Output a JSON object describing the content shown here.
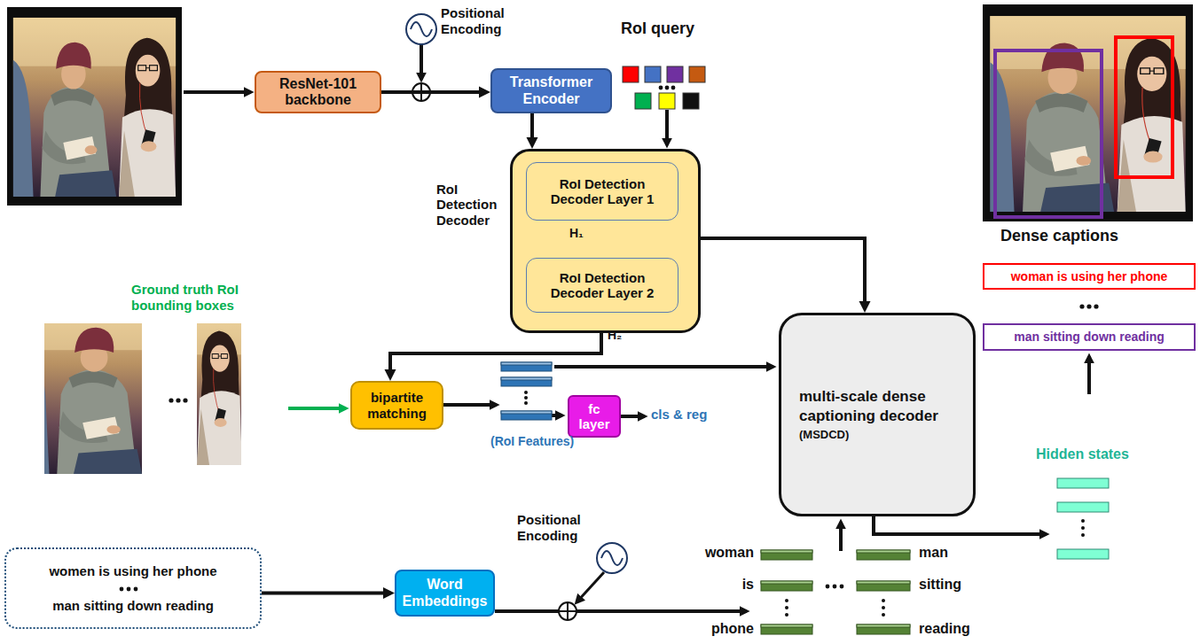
{
  "diagram": {
    "nodes": [
      {
        "text": [
          "ResNet-101 backbone"
        ]
      },
      {
        "text": [
          "Transformer Encoder"
        ]
      },
      {
        "text": [
          "RoI Detection Decoder"
        ]
      },
      {
        "text": [
          "RoI Detection Decoder Layer 1"
        ],
        "in": 2
      },
      {
        "text": [
          "RoI Detection Decoder Layer 2"
        ],
        "in": 2
      },
      {
        "text": [
          "bipartite matching"
        ]
      },
      {
        "text": [
          "fc layer"
        ]
      },
      {
        "text": [
          "multi-scale dense captioning decoder",
          "(MSDCD)"
        ]
      },
      {
        "text": [
          "woman is using her phone"
        ]
      },
      {
        "text": [
          "man sitting down reading"
        ]
      },
      {
        "text": [
          "women is using her phone",
          "man sitting down reading"
        ]
      },
      {
        "text": [
          "Word Embeddings"
        ]
      }
    ],
    "edges": [
      {
        "from": 0,
        "to": 1,
        "arrow": "to"
      },
      {
        "from": 1,
        "to": 2,
        "arrow": "to"
      },
      {
        "from": 3,
        "to": 4,
        "arrow": "to"
      },
      {
        "from": 3,
        "to": 7,
        "arrow": "to"
      },
      {
        "from": 4,
        "to": 5,
        "arrow": "to"
      },
      {
        "from": 10,
        "to": 11,
        "arrow": "to"
      }
    ],
    "labels": [
      "Positional Encoding",
      "RoI query",
      "H₁",
      "H₂",
      "Ground truth RoI bounding boxes",
      "(RoI Features)",
      "cls & reg",
      "Dense captions",
      "Hidden states",
      "Positional Encoding",
      "woman",
      "is",
      "phone",
      "man",
      "sitting",
      "reading"
    ]
  }
}
